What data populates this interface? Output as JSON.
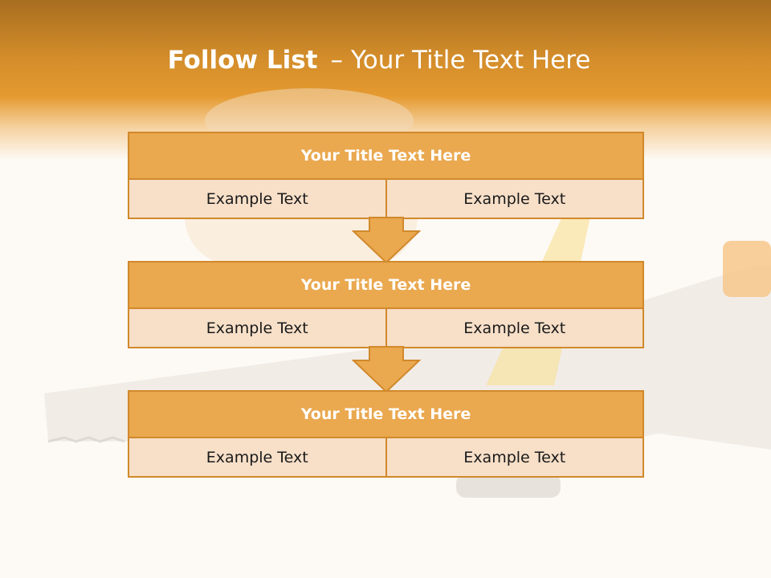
{
  "slide": {
    "title_bold": "Follow List",
    "title_separator": "–",
    "title_rest": "Your Title Text Here"
  },
  "blocks": [
    {
      "title": "Your Title Text Here",
      "left_text": "Example Text",
      "right_text": "Example Text"
    },
    {
      "title": "Your Title Text Here",
      "left_text": "Example Text",
      "right_text": "Example Text"
    },
    {
      "title": "Your Title Text Here",
      "left_text": "Example Text",
      "right_text": "Example Text"
    }
  ],
  "colors": {
    "header": "#e59a30",
    "block_title": "#eaa84f",
    "block_body": "#f7dfc8",
    "border": "#d1892b",
    "arrow": "#eaa84f"
  },
  "background_image": "faded saw and paint roller tools"
}
